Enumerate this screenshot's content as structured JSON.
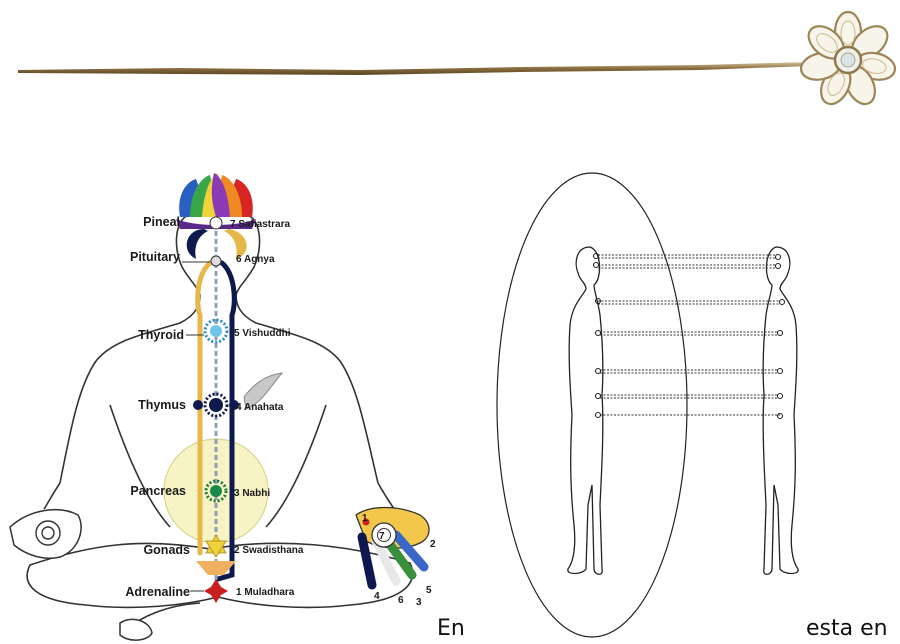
{
  "chakra_figure": {
    "glands": [
      "Pineal",
      "Pituitary",
      "Thyroid",
      "Thymus",
      "Pancreas",
      "Gonads",
      "Adrenaline"
    ],
    "chakras": [
      "7 Sahastrara",
      "6 Agnya",
      "5 Vishuddhi",
      "4 Anahata",
      "3 Nabhi",
      "2 Swadisthana",
      "1 Muladhara"
    ],
    "hand_numbers": [
      "1",
      "2",
      "3",
      "4",
      "5",
      "6",
      "7"
    ]
  },
  "text": {
    "word_left": "En",
    "word_right": "esta en"
  }
}
